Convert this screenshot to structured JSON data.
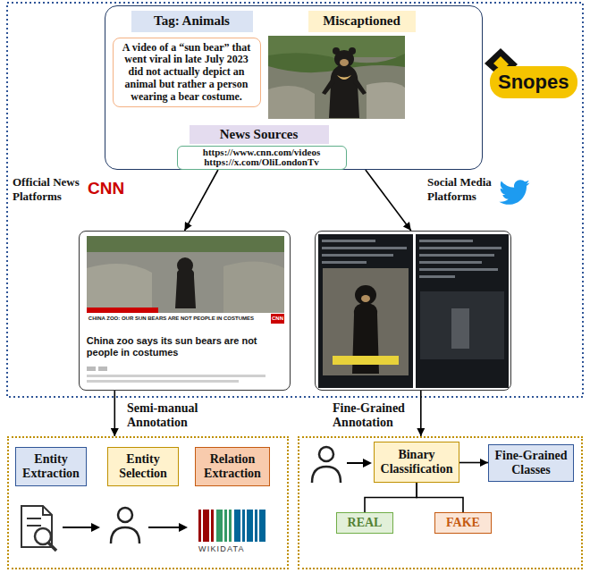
{
  "diagram": {
    "nodes": [
      {
        "text": []
      },
      {
        "text": [
          "Tag: Animals"
        ],
        "in": 0
      },
      {
        "text": [
          "Miscaptioned"
        ],
        "in": 0
      },
      {
        "text": [
          "A video of a “sun bear” that went viral in late July 2023 did not actually depict an animal but rather a person wearing a bear costume."
        ],
        "in": 0
      },
      {
        "text": [
          "News Sources"
        ],
        "in": 0
      },
      {
        "text": [
          "https://www.cnn.com/videos",
          "https://x.com/OliLondonTv"
        ],
        "in": 0
      },
      {
        "text": [
          "CHINA ZOO: OUR SUN BEARS ARE NOT PEOPLE IN COSTUMES",
          "China zoo says its sun bears are not people in costumes"
        ]
      },
      {
        "text": []
      },
      {
        "text": []
      },
      {
        "text": [
          "Entity Extraction"
        ],
        "in": 8
      },
      {
        "text": [
          "Entity Selection"
        ],
        "in": 8
      },
      {
        "text": [
          "Relation Extraction"
        ],
        "in": 8
      },
      {
        "text": []
      },
      {
        "text": [
          "Binary Classification"
        ],
        "in": 12
      },
      {
        "text": [
          "Fine-Grained Classes"
        ],
        "in": 12
      },
      {
        "text": [
          "REAL"
        ],
        "in": 12
      },
      {
        "text": [
          "FAKE"
        ],
        "in": 12
      }
    ],
    "edges": [
      {
        "from": 0,
        "to": 6,
        "arrow": "to"
      },
      {
        "from": 0,
        "to": 7,
        "arrow": "to"
      },
      {
        "from": 6,
        "to": 8,
        "label": "Semi-manual Annotation",
        "arrow": "to"
      },
      {
        "from": 7,
        "to": 12,
        "label": "Fine-Grained Annotation",
        "arrow": "to"
      },
      {
        "from": 13,
        "to": 14,
        "arrow": "to"
      },
      {
        "from": 13,
        "to": 15,
        "arrow": "none"
      },
      {
        "from": 13,
        "to": 16,
        "arrow": "none"
      }
    ],
    "labels": [
      "Snopes",
      "Official News Platforms",
      "CNN",
      "Social Media Platforms",
      "CNN",
      "WIKIDATA"
    ]
  }
}
